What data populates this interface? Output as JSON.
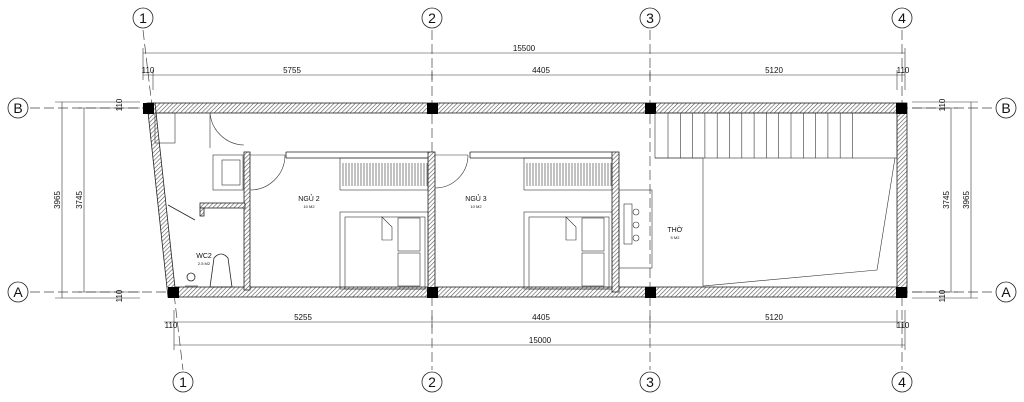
{
  "grid": {
    "columns": [
      "1",
      "2",
      "3",
      "4"
    ],
    "rows": [
      "B",
      "A"
    ]
  },
  "dimensions": {
    "top_total": "15500",
    "top_segments": [
      "110",
      "5755",
      "4405",
      "5120",
      "110"
    ],
    "bottom_total": "15000",
    "bottom_segments": [
      "110",
      "5255",
      "4405",
      "5120",
      "110"
    ],
    "left_outer": "3965",
    "left_inner": "3745",
    "left_offsets": [
      "110",
      "110"
    ],
    "right_outer": "3965",
    "right_inner": "3745",
    "right_offsets": [
      "110",
      "110"
    ]
  },
  "rooms": [
    {
      "name": "NGỦ 2",
      "area": "10 M2"
    },
    {
      "name": "NGỦ 3",
      "area": "10 M2"
    },
    {
      "name": "THỜ",
      "area": "5 M2"
    },
    {
      "name": "WC2",
      "area": "2.5 M2"
    }
  ]
}
